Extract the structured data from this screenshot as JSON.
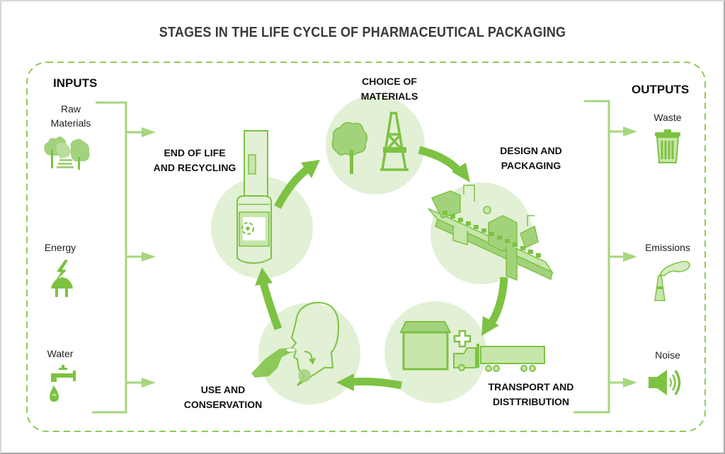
{
  "title": "STAGES IN THE LIFE CYCLE OF PHARMACEUTICAL PACKAGING",
  "inputs": {
    "heading": "INPUTS",
    "items": [
      {
        "label_line1": "Raw",
        "label_line2": "Materials",
        "icon": "trees-icon"
      },
      {
        "label_line1": "Energy",
        "icon": "electric-plug-icon"
      },
      {
        "label_line1": "Water",
        "icon": "water-tap-icon"
      }
    ]
  },
  "outputs": {
    "heading": "OUTPUTS",
    "items": [
      {
        "label": "Waste",
        "icon": "trash-bin-icon"
      },
      {
        "label": "Emissions",
        "icon": "chimney-smoke-icon"
      },
      {
        "label": "Noise",
        "icon": "speaker-sound-icon"
      }
    ]
  },
  "stages": [
    {
      "line1": "CHOICE OF",
      "line2": "MATERIALS",
      "icon": "tree-and-oil-rig-icon"
    },
    {
      "line1": "DESIGN AND",
      "line2": "PACKAGING",
      "icon": "packaging-machine-icon"
    },
    {
      "line1": "TRANSPORT AND",
      "line2": "DISTTRIBUTION",
      "icon": "warehouse-truck-icon"
    },
    {
      "line1": "USE AND",
      "line2": "CONSERVATION",
      "icon": "person-taking-pill-icon"
    },
    {
      "line1": "END OF LIFE",
      "line2": "AND RECYCLING",
      "icon": "recycling-bin-icon"
    }
  ],
  "colors": {
    "accent": "#7dc242",
    "circle_fill": "#e2f0d5",
    "line": "#a6d67e",
    "dashed_border": "#8ccc5a",
    "text": "#111111"
  }
}
